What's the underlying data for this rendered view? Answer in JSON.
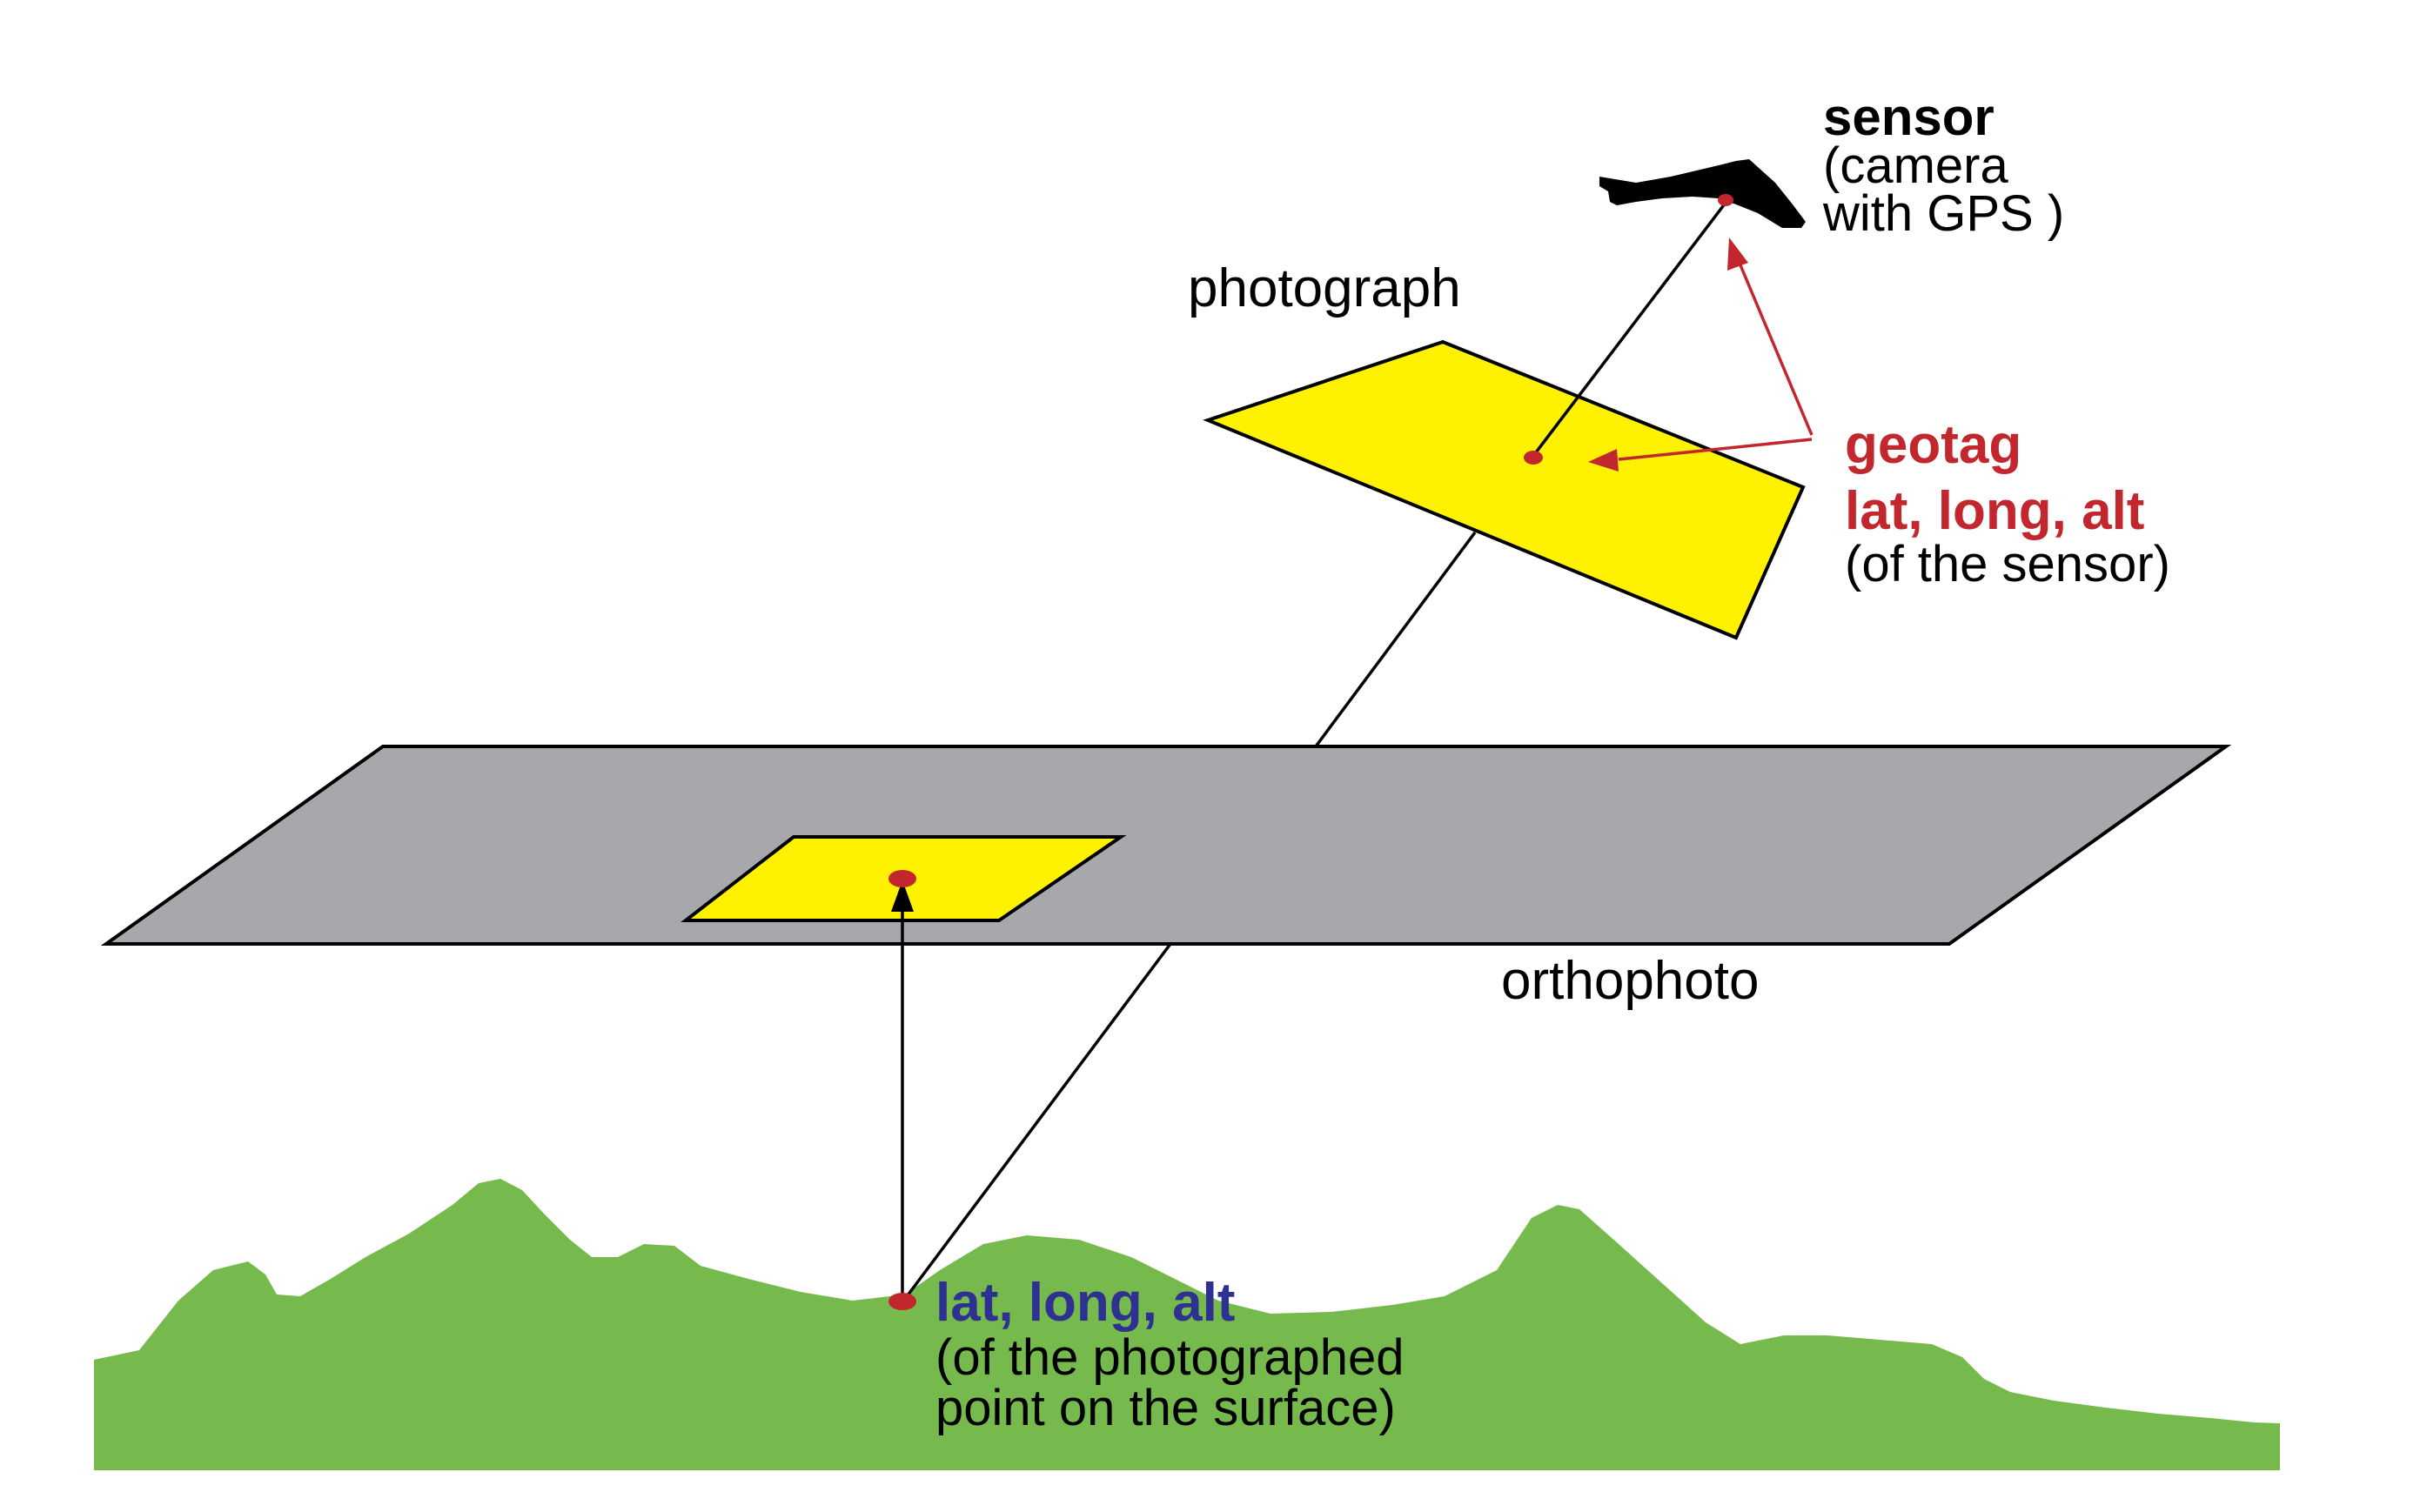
{
  "labels": {
    "sensor_title": "sensor",
    "sensor_line2": "(camera",
    "sensor_line3": "with GPS )",
    "photograph": "photograph",
    "geotag": "geotag",
    "sensor_coords": "lat, long, alt",
    "sensor_coords_note": "(of the sensor)",
    "orthophoto": "orthophoto",
    "surface_coords": "lat, long, alt",
    "surface_note_line1": "(of the photographed",
    "surface_note_line2": "point on the surface)"
  },
  "colors": {
    "terrain": "#76b94c",
    "orthophoto": "#a7a8ab",
    "photo_footprint": "#fff200",
    "geotag_red": "#c1272d",
    "surface_blue": "#2e3192",
    "line": "#000000"
  }
}
